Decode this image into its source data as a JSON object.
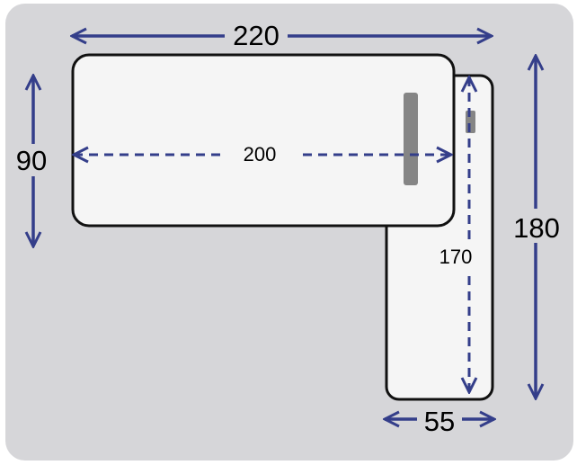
{
  "colors": {
    "background": "#d6d6d9",
    "panel_fill": "#f5f5f5",
    "outline": "#111111",
    "arrow": "#343e8a",
    "handle": "#858585"
  },
  "dimensions": {
    "top_width": "220",
    "left_height": "90",
    "inner_length": "200",
    "right_height": "180",
    "inner_height": "170",
    "bottom_width": "55"
  }
}
